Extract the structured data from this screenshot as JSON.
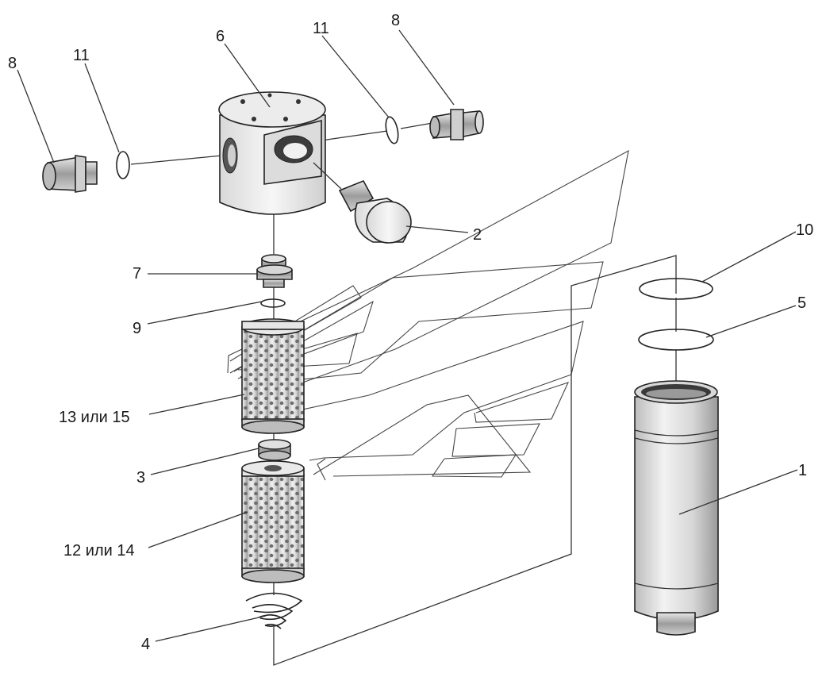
{
  "diagram": {
    "labels": {
      "l1": "1",
      "l2": "2",
      "l3": "3",
      "l4": "4",
      "l5": "5",
      "l6": "6",
      "l7": "7",
      "l8a": "8",
      "l8b": "8",
      "l9": "9",
      "l10": "10",
      "l11a": "11",
      "l11b": "11",
      "l13": "13 или 15",
      "l12": "12 или 14"
    }
  }
}
